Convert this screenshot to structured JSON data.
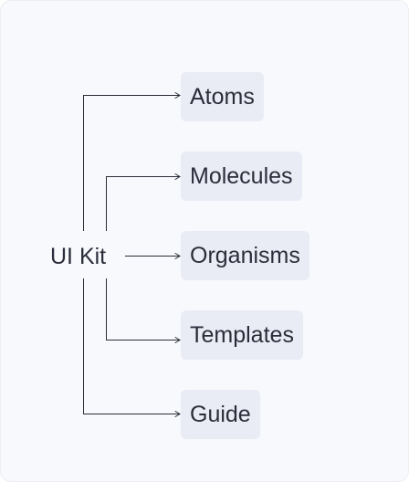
{
  "diagram": {
    "root": "UI Kit",
    "children": [
      {
        "label": "Atoms"
      },
      {
        "label": "Molecules"
      },
      {
        "label": "Organisms"
      },
      {
        "label": "Templates"
      },
      {
        "label": "Guide"
      }
    ]
  },
  "colors": {
    "background": "#f8f9fc",
    "node_fill": "#e9ecf5",
    "text": "#2b2d3a",
    "connector": "#2b2d3a"
  }
}
